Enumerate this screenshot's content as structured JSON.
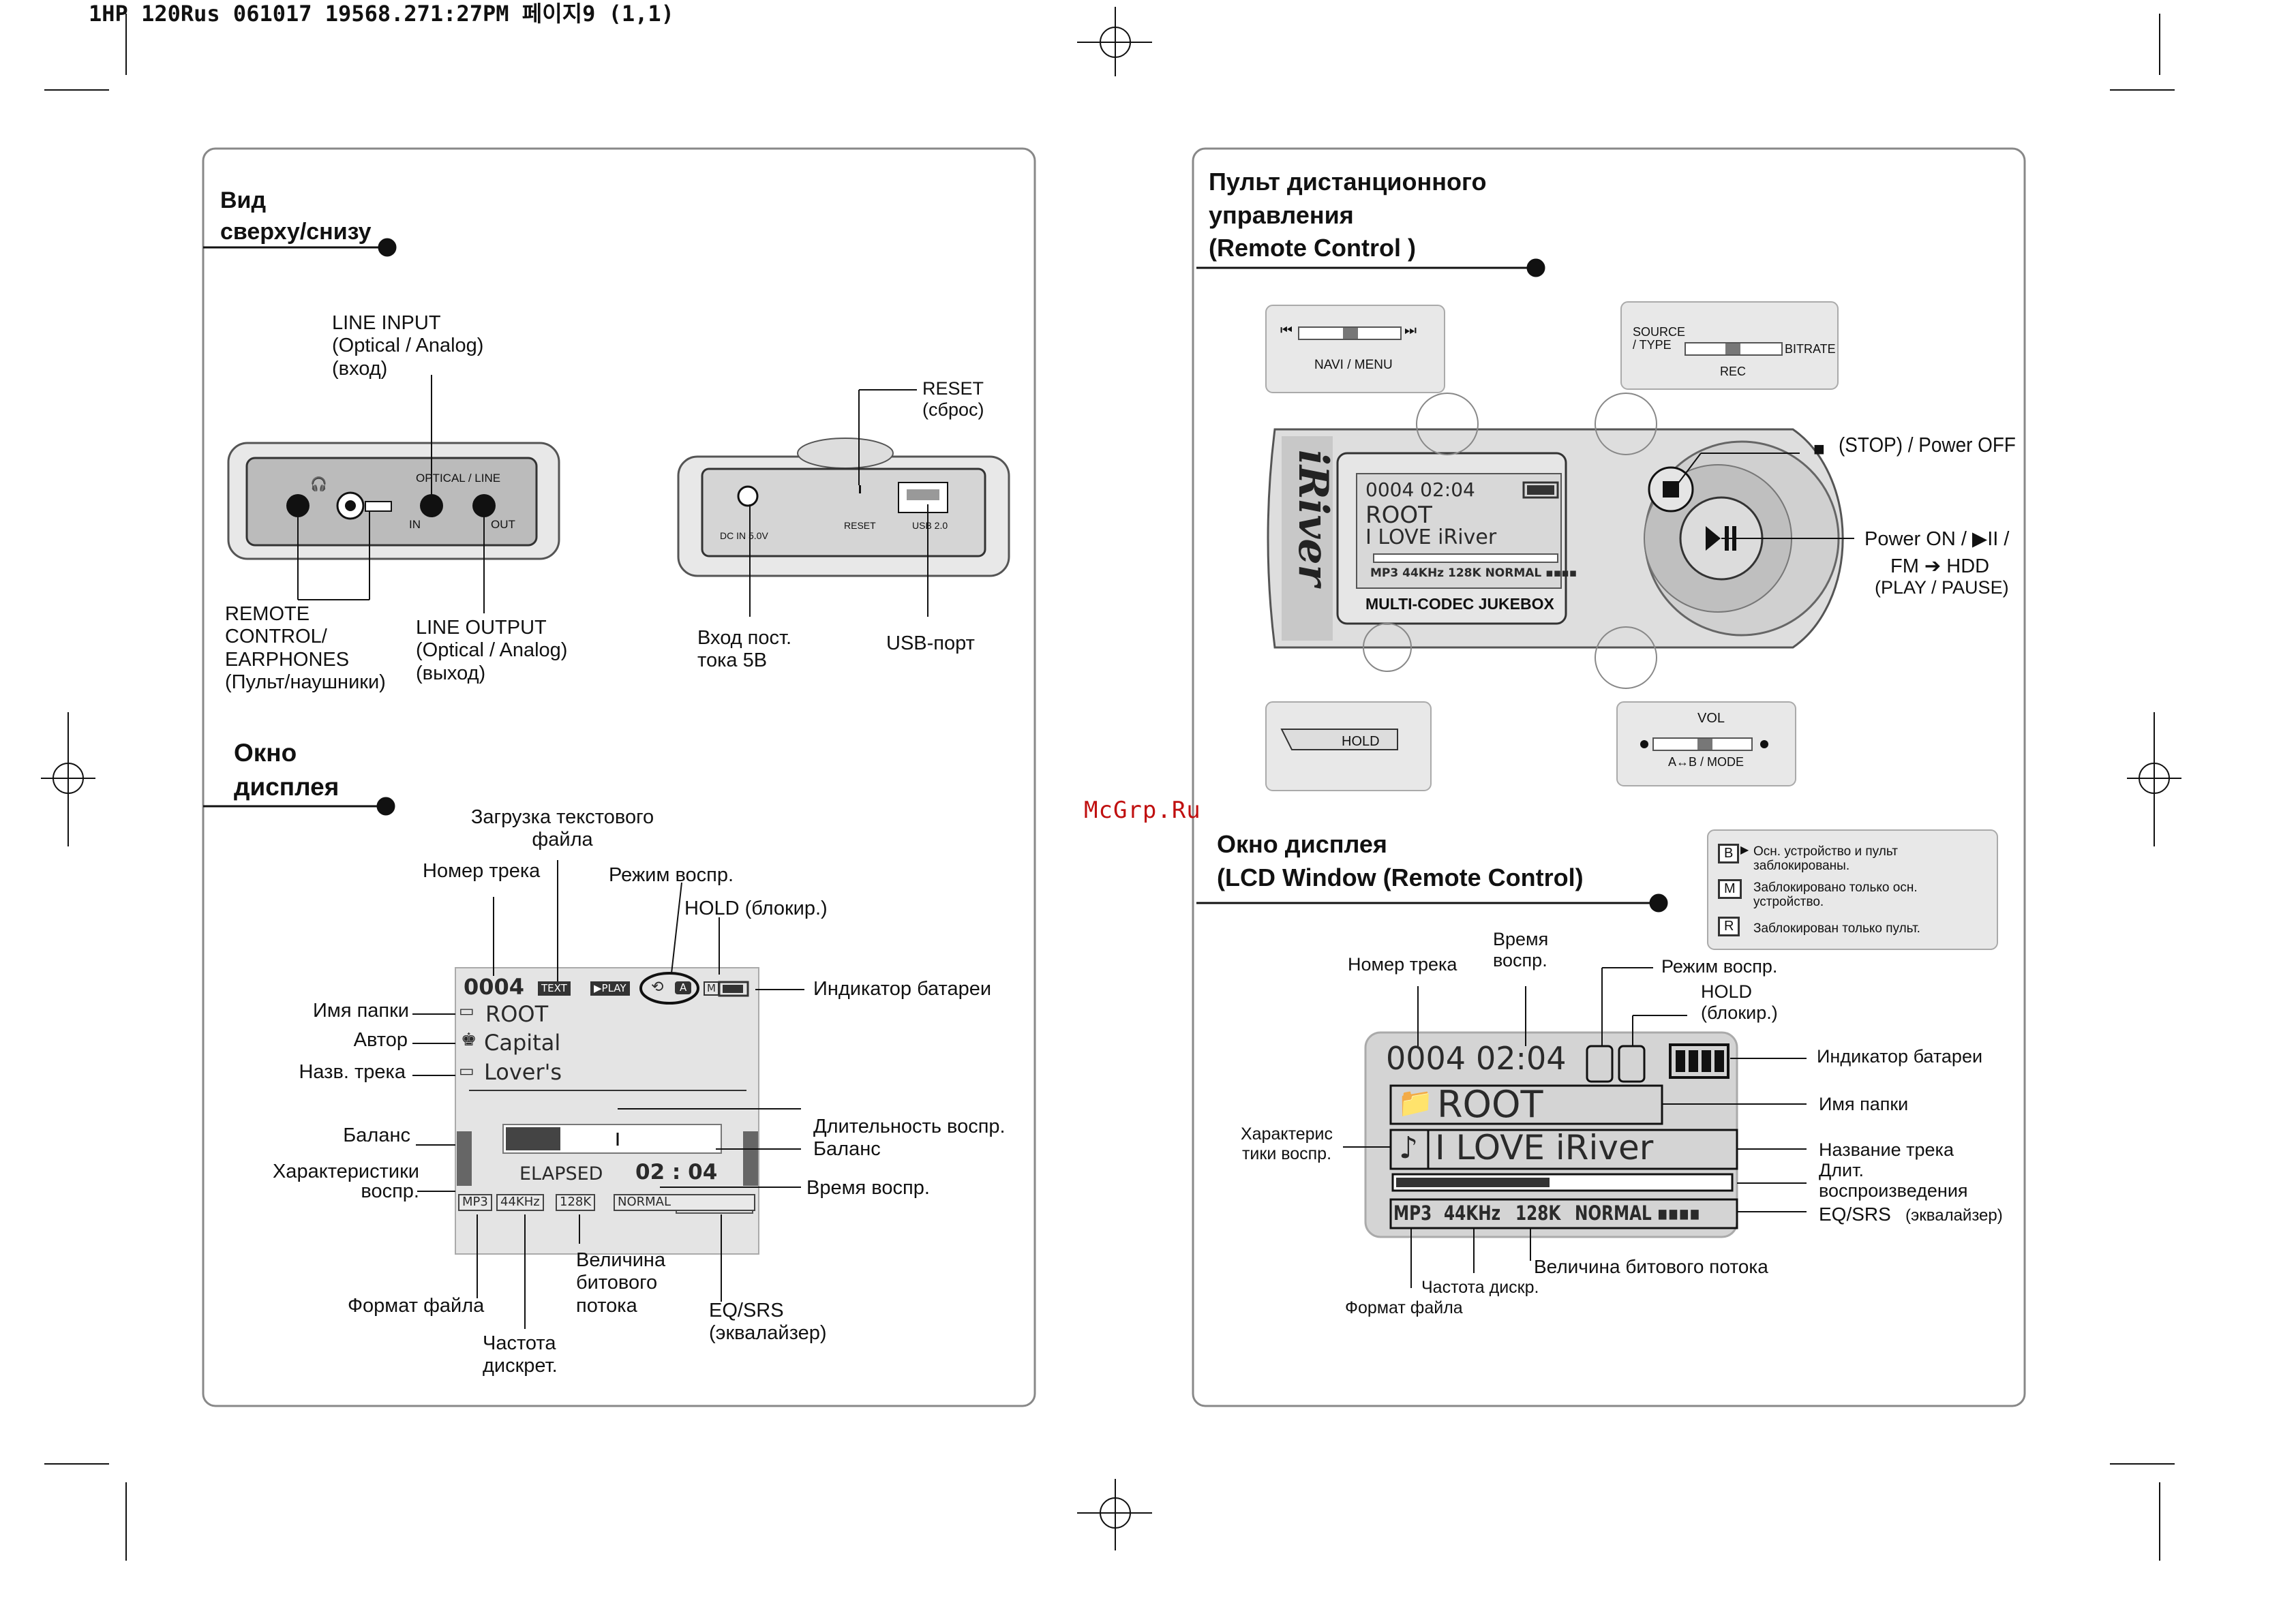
{
  "header": {
    "line": "1HP 120Rus 061017 19568.271:27PM 페이지9 (1,1)"
  },
  "watermark": "McGrp.Ru",
  "left": {
    "top_view": {
      "title": "Вид\nсверху/снизу",
      "line_input": "LINE INPUT\n(Optical / Analog)\n(вход)",
      "reset": "RESET\n(сброс)",
      "optical_line": "OPTICAL / LINE",
      "in": "IN",
      "out": "OUT",
      "reset_small": "RESET",
      "usb_small": "USB 2.0",
      "dcin_small": "DC IN 5.0V",
      "remote": "REMOTE\nCONTROL/\nEARPHONES\n(Пульт/наушники)",
      "line_output": "LINE OUTPUT\n(Optical / Analog)\n(выход)",
      "dc_input": "Вход пост.\nтока 5В",
      "usb_port": "USB-порт"
    },
    "display": {
      "title": "Окно\nдисплея",
      "text_load": "Загрузка текстового\nфайла",
      "track_no": "Номер трека",
      "play_mode": "Режим воспр.",
      "hold": "HOLD (блокир.)",
      "battery": "Индикатор батареи",
      "folder": "Имя папки",
      "author": "Автор",
      "track_name": "Назв. трека",
      "balance": "Баланс",
      "char": "Характеристики\nвоспр.",
      "duration": "Длительность воспр.\nБаланс",
      "play_time": "Время  воспр.",
      "bitrate": "Величина\nбитового\nпотока",
      "eq": "EQ/SRS\n(эквалайзер)",
      "format": "Формат  файла",
      "freq": "Частота\nдискрет.",
      "lcd": {
        "num": "0004",
        "text": "TEXT",
        "play": "▶PLAY",
        "a": "A",
        "m": "M",
        "root": "ROOT",
        "capital": "Capital",
        "lovers": "Lover's",
        "elapsed": "ELAPSED",
        "time": "02 : 04",
        "mp3": "MP3",
        "khz": "44KHz",
        "k": "128K",
        "normal": "NORMAL"
      }
    }
  },
  "right": {
    "remote": {
      "title": "Пульт дистанционного\nуправления\n(Remote Control )",
      "navi": "NAVI / MENU",
      "source": "SOURCE\n/ TYPE",
      "bitrate": "BITRATE",
      "rec": "REC",
      "stop": "(STOP) / Power OFF",
      "power_on": "Power ON /  ▶II  /",
      "fm": "FM ➔ HDD",
      "play_pause": "(PLAY / PAUSE)",
      "hold": "HOLD",
      "vol": "VOL",
      "ab": "A↔B / MODE",
      "jukebox": "MULTI-CODEC JUKEBOX",
      "lcd": {
        "top": "0004   02:04",
        "root": "ROOT",
        "track": "I LOVE iRiver",
        "bottom": "MP3  44KHz  128K  NORMAL ▪▪▪▪"
      },
      "logo": "iRiver"
    },
    "lcd_window": {
      "title": "Окно дисплея\n(LCD Window (Remote Control)",
      "lock_b": "Осн. устройство и пульт\nзаблокированы.",
      "lock_m": "Заблокировано только осн.\nустройство.",
      "lock_r": "Заблокирован только пульт.",
      "b": "B",
      "m": "M",
      "r": "R",
      "track_no": "Номер трека",
      "time": "Время\nвоспр.",
      "mode": "Режим воспр.",
      "hold": "HOLD\n(блокир.)",
      "battery": "Индикатор батареи",
      "folder": "Имя папки",
      "track": "Название трека",
      "duration": "Длит.\nвоспроизведения",
      "eq": "EQ/SRS",
      "eq2": "(эквалайзер)",
      "char": "Характерис\nтики воспр.",
      "bitrate": "Величина битового потока",
      "freq": "Частота дискр.",
      "format": "Формат файла",
      "lcd": {
        "num": "0004",
        "time": "02:04",
        "root": "ROOT",
        "track": "I LOVE iRiver",
        "mp3": "MP3",
        "khz": "44KHz",
        "k": "128K",
        "normal": "NORMAL ▪▪▪▪"
      }
    }
  }
}
